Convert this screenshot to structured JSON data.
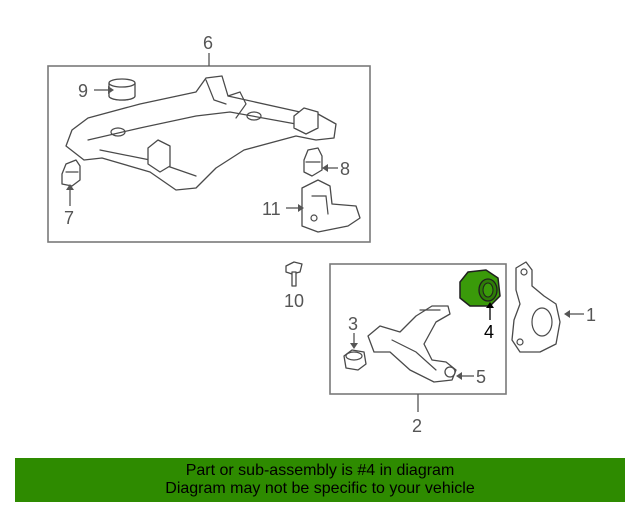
{
  "callouts": {
    "c1": "1",
    "c2": "2",
    "c3": "3",
    "c4": "4",
    "c5": "5",
    "c6": "6",
    "c7": "7",
    "c8": "8",
    "c9": "9",
    "c10": "10",
    "c11": "11"
  },
  "highlighted_part": "4",
  "highlight_color": "#3a9a0a",
  "banner": {
    "line1": "Part or sub-assembly is #4 in diagram",
    "line2": "Diagram may not be specific to your vehicle",
    "background": "#2e8b00"
  }
}
